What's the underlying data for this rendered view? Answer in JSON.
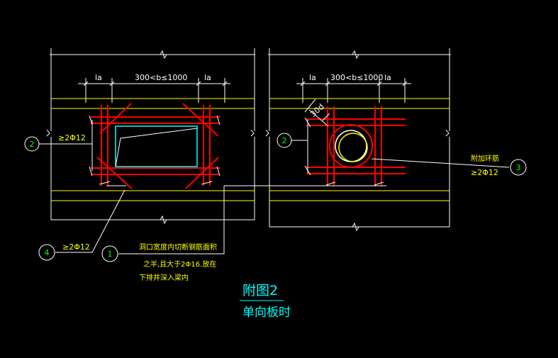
{
  "colors": {
    "background": "#000000",
    "white": "#ffffff",
    "yellow": "#ffff00",
    "red": "#ff0000",
    "cyan": "#00ffff",
    "green": "#00ff00",
    "title": "#00ffff"
  },
  "left_detail": {
    "dim_la_left": "la",
    "dim_range": "300<b≤1000",
    "dim_la_right": "la",
    "callout_2_num": "2",
    "callout_2_text": "≥2Φ12",
    "callout_4_num": "4",
    "callout_4_text": "≥2Φ12",
    "callout_1_num": "1",
    "note_line1": "洞口宽度内切断钢筋面积",
    "note_line2": "之半,且大于2Φ16.放在",
    "note_line3": "下排并深入梁内"
  },
  "right_detail": {
    "dim_la_left": "la",
    "dim_range": "300<b≤1000",
    "dim_la_right": "la",
    "dim_30d": "30d",
    "callout_2_num": "2",
    "callout_3_num": "3",
    "ring_label": "附加环筋",
    "ring_text": "≥2Φ12"
  },
  "title": {
    "main": "附图2",
    "sub": "单向板时"
  }
}
